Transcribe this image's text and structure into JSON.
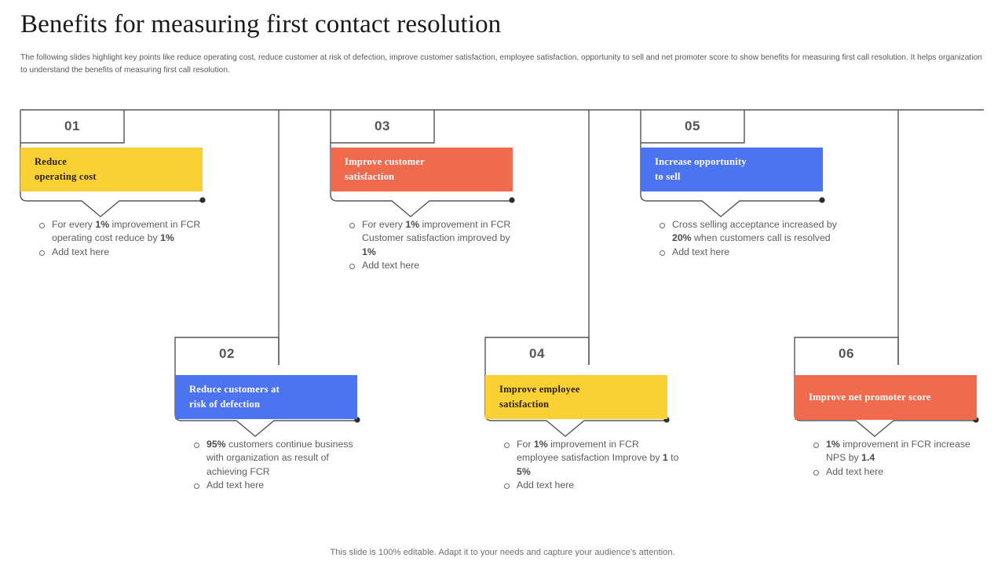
{
  "header": {
    "title": "Benefits for measuring first contact resolution",
    "subtitle": "The following slides highlight key points like reduce operating cost, reduce customer at risk of defection, improve customer satisfaction, employee satisfaction, opportunity to sell and net promoter score to show benefits for measuring first call resolution. It helps organization to understand the benefits of measuring first call resolution."
  },
  "colors": {
    "yellow": "#F9D134",
    "orange": "#F06B4E",
    "blue": "#4C74F1",
    "line": "#555558",
    "text_gray": "#5d5d60",
    "title_dark": "#1b1b1b"
  },
  "cards": [
    {
      "number": "01",
      "banner": "Reduce\noperating cost",
      "color": "#F9D134",
      "text_style": "dark",
      "bullets": [
        {
          "parts": [
            {
              "t": "For every ",
              "b": false
            },
            {
              "t": "1%",
              "b": true
            },
            {
              "t": " improvement in FCR operating cost reduce by ",
              "b": false
            },
            {
              "t": "1%",
              "b": true
            }
          ]
        },
        {
          "parts": [
            {
              "t": "Add text here",
              "b": false
            }
          ]
        }
      ]
    },
    {
      "number": "02",
      "banner": "Reduce customers at\nrisk of defection",
      "color": "#4C74F1",
      "text_style": "light",
      "bullets": [
        {
          "parts": [
            {
              "t": "95%",
              "b": true
            },
            {
              "t": " customers continue business with organization as result of achieving FCR",
              "b": false
            }
          ]
        },
        {
          "parts": [
            {
              "t": "Add text here",
              "b": false
            }
          ]
        }
      ]
    },
    {
      "number": "03",
      "banner": "Improve customer\nsatisfaction",
      "color": "#F06B4E",
      "text_style": "light",
      "bullets": [
        {
          "parts": [
            {
              "t": "For every ",
              "b": false
            },
            {
              "t": "1%",
              "b": true
            },
            {
              "t": " improvement in FCR Customer satisfaction improved by ",
              "b": false
            },
            {
              "t": "1%",
              "b": true
            }
          ]
        },
        {
          "parts": [
            {
              "t": "Add text here",
              "b": false
            }
          ]
        }
      ]
    },
    {
      "number": "04",
      "banner": "Improve employee\nsatisfaction",
      "color": "#F9D134",
      "text_style": "dark",
      "bullets": [
        {
          "parts": [
            {
              "t": "For ",
              "b": false
            },
            {
              "t": "1%",
              "b": true
            },
            {
              "t": " improvement in FCR employee satisfaction Improve by ",
              "b": false
            },
            {
              "t": "1",
              "b": true
            },
            {
              "t": " to ",
              "b": false
            },
            {
              "t": "5%",
              "b": true
            }
          ]
        },
        {
          "parts": [
            {
              "t": "Add text here",
              "b": false
            }
          ]
        }
      ]
    },
    {
      "number": "05",
      "banner": "Increase opportunity\nto sell",
      "color": "#4C74F1",
      "text_style": "light",
      "bullets": [
        {
          "parts": [
            {
              "t": "Cross selling acceptance increased by ",
              "b": false
            },
            {
              "t": "20%",
              "b": true
            },
            {
              "t": " when customers call is resolved",
              "b": false
            }
          ]
        },
        {
          "parts": [
            {
              "t": "Add text here",
              "b": false
            }
          ]
        }
      ]
    },
    {
      "number": "06",
      "banner": "Improve net promoter score",
      "color": "#F06B4E",
      "text_style": "light",
      "bullets": [
        {
          "parts": [
            {
              "t": "1%",
              "b": true
            },
            {
              "t": " improvement in FCR increase NPS by ",
              "b": false
            },
            {
              "t": "1.4",
              "b": true
            }
          ]
        },
        {
          "parts": [
            {
              "t": "Add text here",
              "b": false
            }
          ]
        }
      ]
    }
  ],
  "footer": {
    "note": "This slide is 100% editable. Adapt it to your needs and capture your audience's attention."
  }
}
